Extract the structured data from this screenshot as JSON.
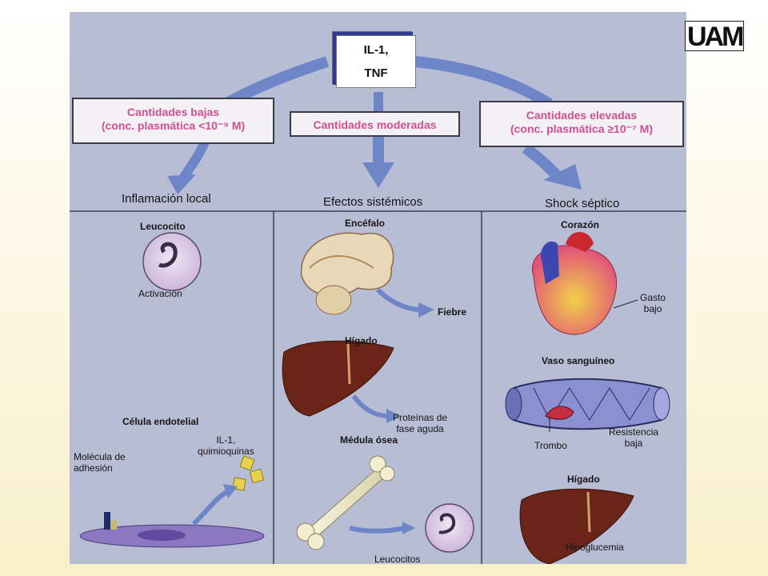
{
  "trigger": {
    "line1": "IL-1,",
    "line2": "TNF"
  },
  "logo": {
    "text": "UAM"
  },
  "boxes": {
    "low": {
      "line1": "Cantidades bajas",
      "line2": "(conc. plasmática <10⁻⁹ M)"
    },
    "moderate": {
      "line1": "Cantidades moderadas"
    },
    "high": {
      "line1": "Cantidades elevadas",
      "line2": "(conc. plasmática ≥10⁻⁷ M)"
    }
  },
  "columns": {
    "local": {
      "title": "Inflamación local",
      "leucocito": "Leucocito",
      "activacion": "Activación",
      "celula": "Célula endotelial",
      "molecula_1": "Molécula de",
      "molecula_2": "adhesión",
      "il1_1": "IL-1,",
      "il1_2": "quimioquinas"
    },
    "systemic": {
      "title": "Efectos sistémicos",
      "encefalo": "Encéfalo",
      "fiebre": "Fiebre",
      "higado": "Hígado",
      "proteinas_1": "Proteínas de",
      "proteinas_2": "fase aguda",
      "medula": "Médula ósea",
      "leucocitos": "Leucocitos"
    },
    "shock": {
      "title": "Shock séptico",
      "corazon": "Corazón",
      "gasto_1": "Gasto",
      "gasto_2": "bajo",
      "vaso": "Vaso sanguíneo",
      "trombo": "Trombo",
      "resistencia_1": "Resistencia",
      "resistencia_2": "baja",
      "higado": "Hígado",
      "hipoglucemia": "Hipoglucemia"
    }
  },
  "colors": {
    "panel": "#b7bdd4",
    "arrow": "#6e86c7",
    "pink_text": "#d04f8f",
    "liver": "#6b2418",
    "cell": "#d8c8e4"
  }
}
